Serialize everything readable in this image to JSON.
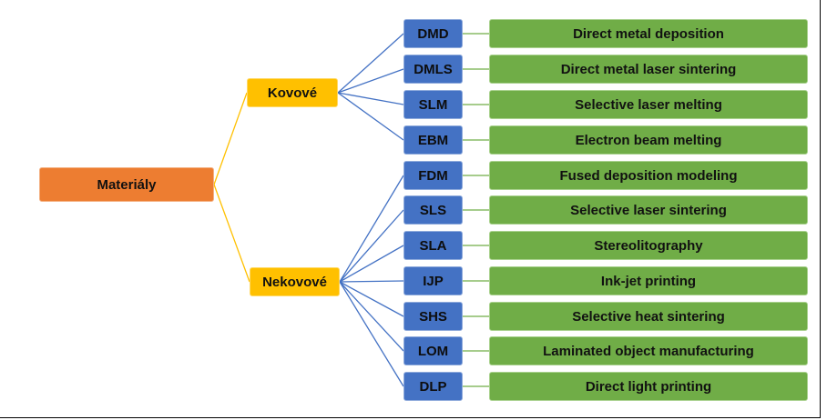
{
  "diagram": {
    "root": {
      "label": "Materiály",
      "color": "#ed7d31"
    },
    "categories": [
      {
        "label": "Kovové",
        "color": "#ffc000",
        "methods": [
          {
            "abbr": "DMD",
            "name": "Direct metal deposition"
          },
          {
            "abbr": "DMLS",
            "name": "Direct metal laser sintering"
          },
          {
            "abbr": "SLM",
            "name": "Selective laser melting"
          },
          {
            "abbr": "EBM",
            "name": "Electron beam melting"
          }
        ]
      },
      {
        "label": "Nekovové",
        "color": "#ffc000",
        "methods": [
          {
            "abbr": "FDM",
            "name": "Fused deposition modeling"
          },
          {
            "abbr": "SLS",
            "name": "Selective laser sintering"
          },
          {
            "abbr": "SLA",
            "name": "Stereolitography"
          },
          {
            "abbr": "IJP",
            "name": "Ink-jet printing"
          },
          {
            "abbr": "SHS",
            "name": "Selective heat sintering"
          },
          {
            "abbr": "LOM",
            "name": "Laminated object manufacturing"
          },
          {
            "abbr": "DLP",
            "name": "Direct light printing"
          }
        ]
      }
    ],
    "colors": {
      "abbr_fill": "#4472c4",
      "desc_fill": "#70ad47",
      "root_link": "#ffc000",
      "cat_link": "#4472c4",
      "desc_link": "#70ad47"
    }
  }
}
